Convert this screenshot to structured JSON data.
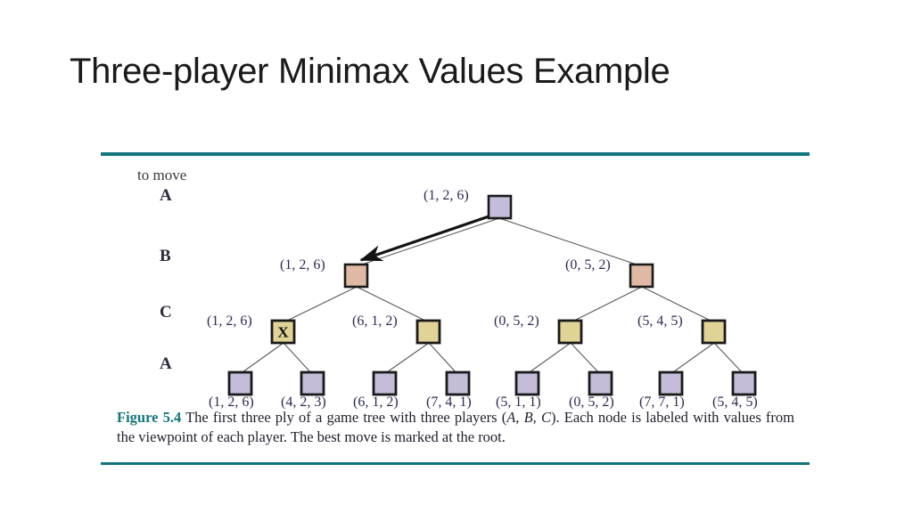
{
  "slide": {
    "title": "Three-player Minimax Values Example",
    "background_color": "#ffffff",
    "rule_color": "#13757e"
  },
  "figure": {
    "to_move_label": "to move",
    "ply_labels": [
      "A",
      "B",
      "C",
      "A"
    ],
    "best_move_marker": "X",
    "node_colors": {
      "root_a": "#c4bcd8",
      "level_b": "#dfb9a4",
      "level_c": "#e0d395",
      "leaf_a": "#c4bcd8",
      "node_border": "#1a1a1a",
      "edge": "#5a5a5a",
      "arrow": "#141414"
    },
    "caption": {
      "figure_number": "Figure 5.4",
      "text_1": " The first three ply of a game tree with three players (",
      "players": "A, B, C",
      "text_2": "). Each node is labeled with values from the viewpoint of each player. The best move is marked at the root."
    }
  },
  "chart_data": {
    "type": "diagram",
    "title": "Figure 5.4 - three-ply game tree with three players",
    "levels": [
      {
        "ply": 1,
        "player": "A",
        "nodes": [
          {
            "id": "root",
            "value": "(1, 2, 6)",
            "fill": "#c4bcd8",
            "marked": false
          }
        ]
      },
      {
        "ply": 2,
        "player": "B",
        "nodes": [
          {
            "id": "b1",
            "value": "(1, 2, 6)",
            "fill": "#dfb9a4",
            "marked": false
          },
          {
            "id": "b2",
            "value": "(0, 5, 2)",
            "fill": "#dfb9a4",
            "marked": false
          }
        ]
      },
      {
        "ply": 3,
        "player": "C",
        "nodes": [
          {
            "id": "c1",
            "value": "(1, 2, 6)",
            "fill": "#e0d395",
            "marked": true
          },
          {
            "id": "c2",
            "value": "(6, 1, 2)",
            "fill": "#e0d395",
            "marked": false
          },
          {
            "id": "c3",
            "value": "(0, 5, 2)",
            "fill": "#e0d395",
            "marked": false
          },
          {
            "id": "c4",
            "value": "(5, 4, 5)",
            "fill": "#e0d395",
            "marked": false
          }
        ]
      },
      {
        "ply": 4,
        "player": "A",
        "nodes": [
          {
            "id": "l1",
            "value": "(1, 2, 6)",
            "fill": "#c4bcd8",
            "marked": false
          },
          {
            "id": "l2",
            "value": "(4, 2, 3)",
            "fill": "#c4bcd8",
            "marked": false
          },
          {
            "id": "l3",
            "value": "(6, 1, 2)",
            "fill": "#c4bcd8",
            "marked": false
          },
          {
            "id": "l4",
            "value": "(7, 4, 1)",
            "fill": "#c4bcd8",
            "marked": false
          },
          {
            "id": "l5",
            "value": "(5, 1, 1)",
            "fill": "#c4bcd8",
            "marked": false
          },
          {
            "id": "l6",
            "value": "(0, 5, 2)",
            "fill": "#c4bcd8",
            "marked": false
          },
          {
            "id": "l7",
            "value": "(7, 7, 1)",
            "fill": "#c4bcd8",
            "marked": false
          },
          {
            "id": "l8",
            "value": "(5, 4, 5)",
            "fill": "#c4bcd8",
            "marked": false
          }
        ]
      }
    ],
    "best_move_arrow": {
      "from": "root",
      "to": "b1"
    }
  }
}
